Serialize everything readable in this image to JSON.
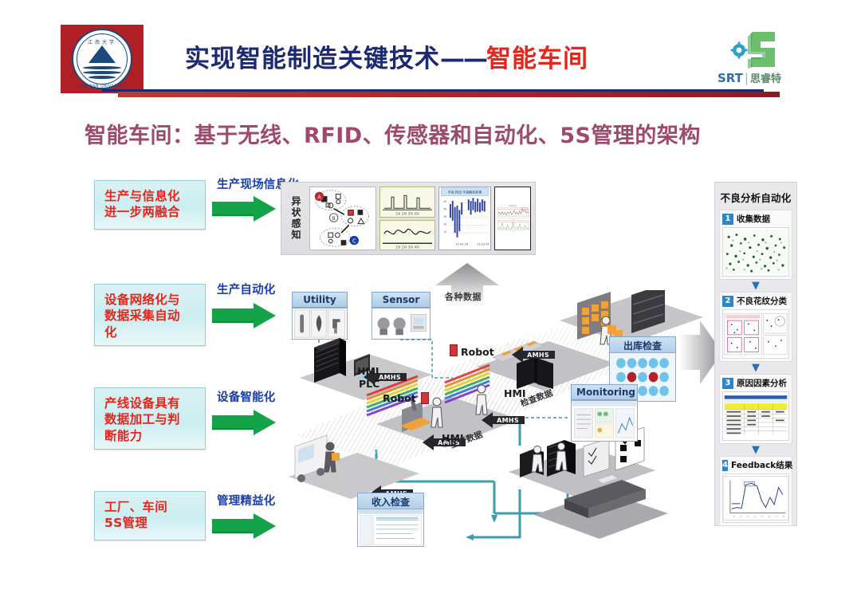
{
  "header": {
    "title_part1": "实现智能制造关键技术",
    "title_dash": "——",
    "title_accent": "智能车间",
    "university_logo_top": "江南大学",
    "university_logo_arc": "JIANGNAN  UNIVERSITY",
    "brand_abbr": "SRT",
    "brand_divider": "|",
    "brand_cn": "思睿特"
  },
  "subtitle": "智能车间：基于无线、RFID、传感器和自动化、5S管理的架构",
  "left_column": {
    "boxes": [
      {
        "line1": "生产与信息化",
        "line2": "进一步两融合"
      },
      {
        "line1": "设备网络化与",
        "line2": "数据采集自动",
        "line3": "化"
      },
      {
        "line1": "产线设备具有",
        "line2": "数据加工与判",
        "line3": "断能力"
      },
      {
        "line1": "工厂、车间",
        "line2": "5S管理"
      }
    ],
    "arrow_labels": [
      "生产现场信息化",
      "生产自动化",
      "设备智能化",
      "管理精益化"
    ]
  },
  "center": {
    "top_panel_vertical_label": "异状感知",
    "top_panel_blue_chart_title": "不良 检出 不良解析处理",
    "top_panel_wide_chart_title": "SPC 统计分析",
    "up_arrow_label": "各种数据",
    "captions": {
      "utility": "Utility",
      "sensor": "Sensor",
      "monitoring": "Monitoring",
      "outbound_check": "出库检查",
      "inbound_check": "收入检查"
    },
    "tags": {
      "robot_1": "Robot",
      "robot_2": "Robot",
      "hmi_1": "HMI",
      "hmi_2": "HMI",
      "hmi_3": "HMI",
      "plc": "PLC",
      "amhs": "AMHS",
      "production_data": "生产数据",
      "inspection_data": "检查数据"
    }
  },
  "right_panel": {
    "title": "不良分析自动化",
    "steps": [
      {
        "num": "1",
        "label": "收集数据"
      },
      {
        "num": "2",
        "label": "不良花纹分类"
      },
      {
        "num": "3",
        "label": "原因因素分析"
      },
      {
        "num": "4",
        "label": "Feedback结果"
      }
    ]
  },
  "colors": {
    "title_navy": "#1b2a72",
    "title_red": "#e8241b",
    "subtitle_mauve": "#9c4a6e",
    "box_bg": "#cdeef2",
    "box_text_red": "#e8241b",
    "arrow_green": "#15a349",
    "arrow_label_blue": "#1b3fa8",
    "logo_red": "#b01f24",
    "step_badge_blue": "#2c86c8"
  }
}
